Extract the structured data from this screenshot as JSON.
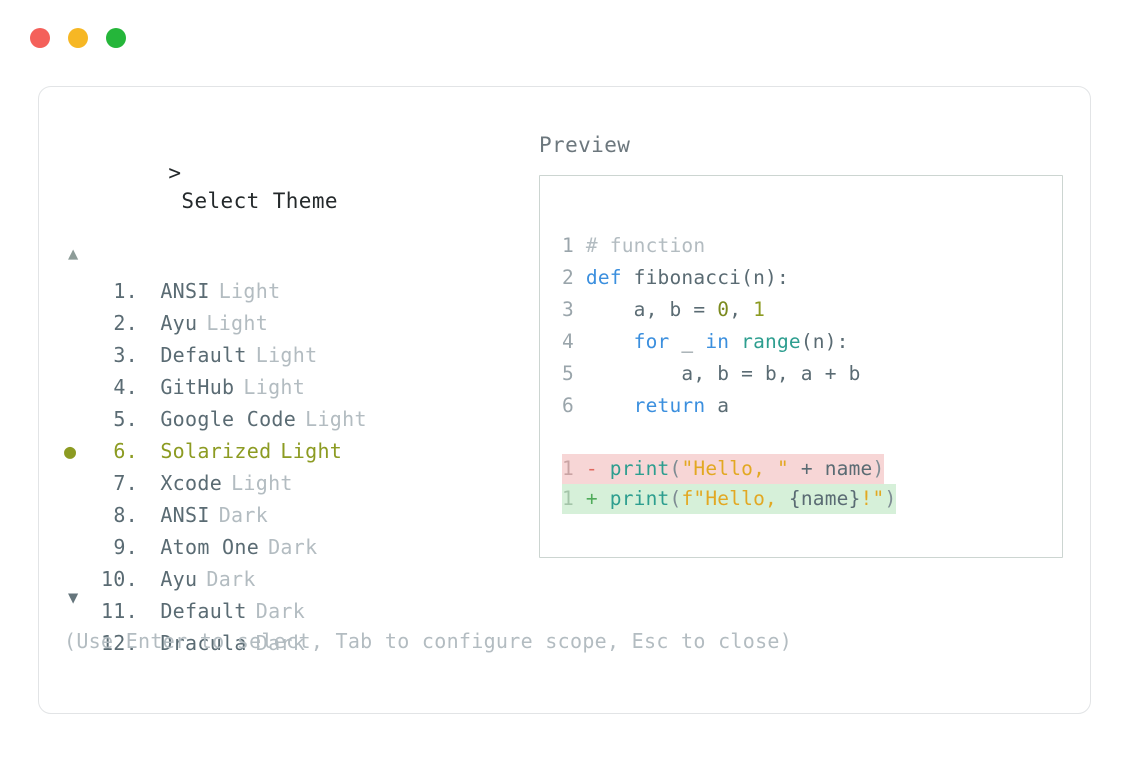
{
  "window": {
    "traffic_lights": [
      {
        "name": "close",
        "color": "#f4605a",
        "glyph": ""
      },
      {
        "name": "minimize",
        "color": "#f6b724",
        "glyph": ""
      },
      {
        "name": "maximize",
        "color": "#25b63a",
        "glyph": ""
      }
    ]
  },
  "left": {
    "prompt_symbol": ">",
    "prompt_title": "Select Theme",
    "scroll_up_arrow": "▲",
    "scroll_down_arrow": "▼",
    "selected_bullet": "●",
    "themes": [
      {
        "index": "1.",
        "name": "ANSI",
        "variant": "Light",
        "selected": false
      },
      {
        "index": "2.",
        "name": "Ayu",
        "variant": "Light",
        "selected": false
      },
      {
        "index": "3.",
        "name": "Default",
        "variant": "Light",
        "selected": false
      },
      {
        "index": "4.",
        "name": "GitHub",
        "variant": "Light",
        "selected": false
      },
      {
        "index": "5.",
        "name": "Google Code",
        "variant": "Light",
        "selected": false
      },
      {
        "index": "6.",
        "name": "Solarized",
        "variant": "Light",
        "selected": true
      },
      {
        "index": "7.",
        "name": "Xcode",
        "variant": "Light",
        "selected": false
      },
      {
        "index": "8.",
        "name": "ANSI",
        "variant": "Dark",
        "selected": false
      },
      {
        "index": "9.",
        "name": "Atom One",
        "variant": "Dark",
        "selected": false
      },
      {
        "index": "10.",
        "name": "Ayu",
        "variant": "Dark",
        "selected": false
      },
      {
        "index": "11.",
        "name": "Default",
        "variant": "Dark",
        "selected": false
      },
      {
        "index": "12.",
        "name": "Dracula",
        "variant": "Dark",
        "selected": false
      }
    ],
    "hint": "(Use Enter to select, Tab to configure scope, Esc to close)"
  },
  "right": {
    "preview_label": "Preview",
    "code_lines": [
      {
        "num": "1",
        "tokens": [
          {
            "t": "# function",
            "c": "comment"
          }
        ]
      },
      {
        "num": "2",
        "tokens": [
          {
            "t": "def ",
            "c": "keyword"
          },
          {
            "t": "fibonacci",
            "c": "func"
          },
          {
            "t": "(n):",
            "c": "plain"
          }
        ]
      },
      {
        "num": "3",
        "tokens": [
          {
            "t": "    a, b = ",
            "c": "plain"
          },
          {
            "t": "0",
            "c": "num0"
          },
          {
            "t": ", ",
            "c": "plain"
          },
          {
            "t": "1",
            "c": "num1"
          }
        ]
      },
      {
        "num": "4",
        "tokens": [
          {
            "t": "    ",
            "c": "plain"
          },
          {
            "t": "for",
            "c": "keyword"
          },
          {
            "t": " _ ",
            "c": "plain"
          },
          {
            "t": "in",
            "c": "keyword"
          },
          {
            "t": " ",
            "c": "plain"
          },
          {
            "t": "range",
            "c": "builtin"
          },
          {
            "t": "(n):",
            "c": "plain"
          }
        ]
      },
      {
        "num": "5",
        "tokens": [
          {
            "t": "        a, b = b, a + b",
            "c": "plain"
          }
        ]
      },
      {
        "num": "6",
        "tokens": [
          {
            "t": "    ",
            "c": "plain"
          },
          {
            "t": "return",
            "c": "keyword"
          },
          {
            "t": " a",
            "c": "plain"
          }
        ]
      }
    ],
    "diff_lines": [
      {
        "kind": "del",
        "num": "1",
        "sign": "-",
        "tokens": [
          {
            "t": "print",
            "c": "teal"
          },
          {
            "t": "(",
            "c": "punct"
          },
          {
            "t": "\"Hello, \"",
            "c": "string"
          },
          {
            "t": " + name",
            "c": "plain"
          },
          {
            "t": ")",
            "c": "punct"
          }
        ]
      },
      {
        "kind": "add",
        "num": "1",
        "sign": "+",
        "tokens": [
          {
            "t": "print",
            "c": "teal"
          },
          {
            "t": "(",
            "c": "punct"
          },
          {
            "t": "f\"Hello, ",
            "c": "string"
          },
          {
            "t": "{name}",
            "c": "plain"
          },
          {
            "t": "!\"",
            "c": "string"
          },
          {
            "t": ")",
            "c": "punct"
          }
        ]
      }
    ]
  }
}
